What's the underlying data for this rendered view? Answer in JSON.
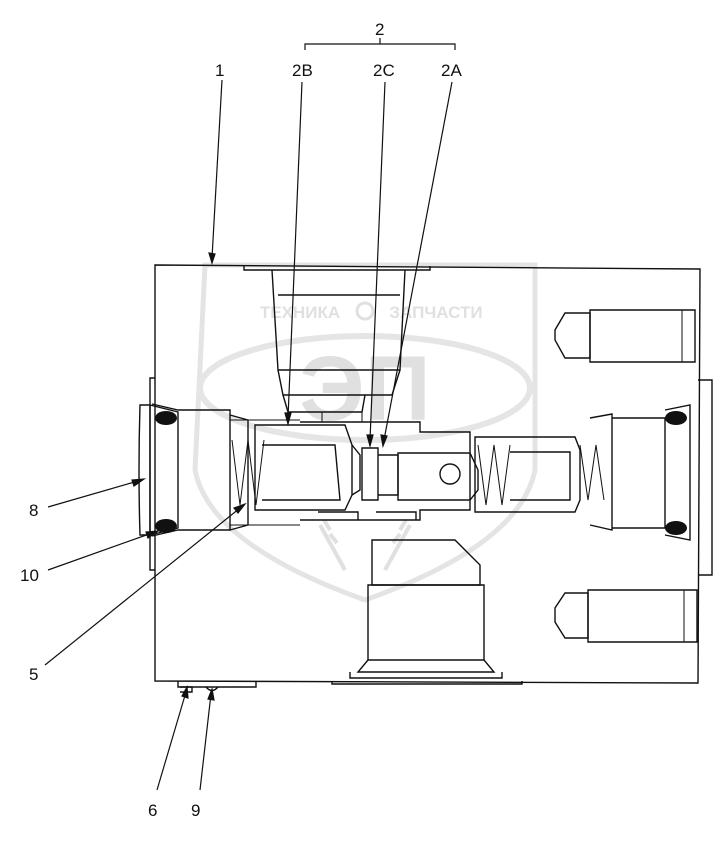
{
  "callouts": {
    "c1": "1",
    "c2": "2",
    "c2B": "2B",
    "c2C": "2C",
    "c2A": "2A",
    "c8": "8",
    "c10": "10",
    "c5": "5",
    "c6": "6",
    "c9": "9"
  },
  "watermark": {
    "left_text": "ТЕХНИКА",
    "right_text": "ЗАПЧАСТИ",
    "logo_text": "ЭП"
  }
}
